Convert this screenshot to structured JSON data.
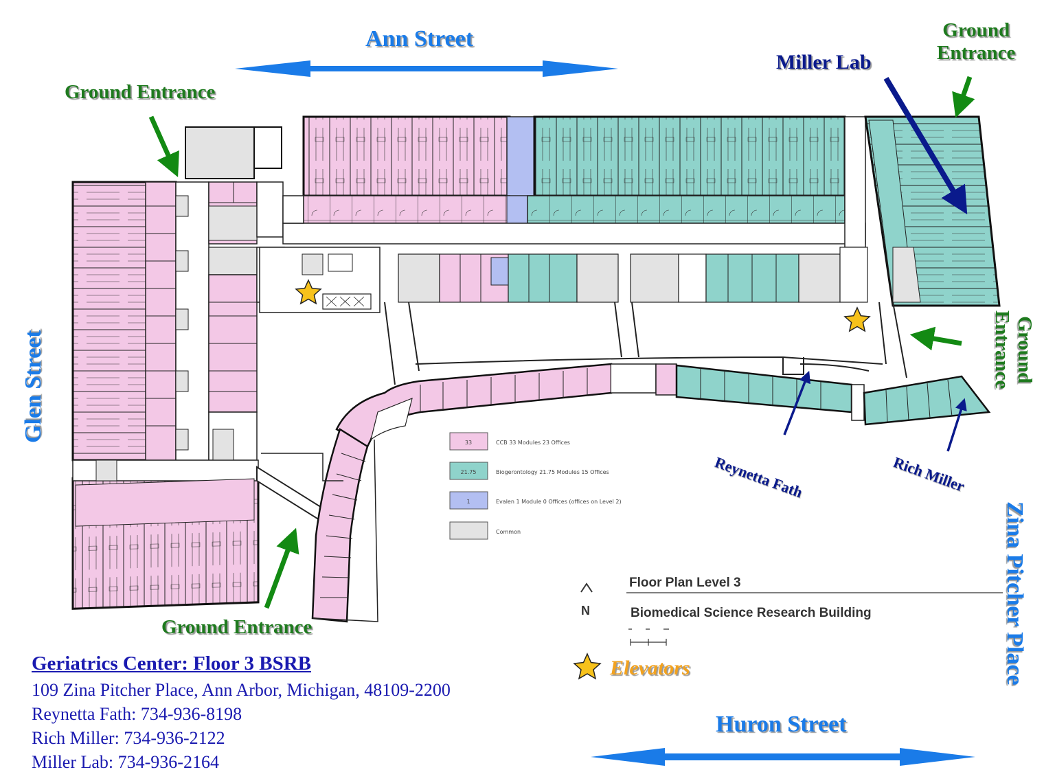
{
  "streets": {
    "north": "Ann Street",
    "south": "Huron Street",
    "west": "Glen Street",
    "east": "Zina Pitcher Place"
  },
  "entrances": {
    "top_left": "Ground Entrance",
    "top_right_line1": "Ground",
    "top_right_line2": "Entrance",
    "right_line1": "Ground",
    "right_line2": "Entrance",
    "bottom": "Ground Entrance"
  },
  "callouts": {
    "miller_lab": "Miller Lab",
    "reynetta": "Reynetta Fath",
    "rich": "Rich Miller"
  },
  "legend": {
    "items": [
      {
        "swatch": "33",
        "text": "CCB   33 Modules   23 Offices",
        "color": "#f3c8e6"
      },
      {
        "swatch": "21.75",
        "text": "Biogerontology   21.75 Modules   15 Offices",
        "color": "#8fd3cb"
      },
      {
        "swatch": "1",
        "text": "Evalen   1 Module   0 Offices (offices on Level 2)",
        "color": "#b3bff2"
      },
      {
        "swatch": "",
        "text": "Common",
        "color": "#e3e3e3"
      }
    ]
  },
  "plan": {
    "level": "Floor Plan Level 3",
    "building": "Biomedical Science Research Building",
    "north": "N"
  },
  "elevators_label": "Elevators",
  "info": {
    "title": "Geriatrics Center:  Floor 3 BSRB",
    "address": "109 Zina Pitcher Place, Ann Arbor, Michigan, 48109-2200",
    "reynetta": "Reynetta Fath:  734-936-8198",
    "rich": "Rich Miller:  734-936-2122",
    "lab": "Miller Lab:  734-936-2164"
  },
  "colors": {
    "ccb_pink": "#f3c8e6",
    "biogerontology_teal": "#8fd3cb",
    "evalen_blue": "#b3bff2",
    "common_gray": "#e3e3e3",
    "street_blue": "#1a7be8",
    "entrance_green": "#1e7a1e",
    "callout_navy": "#0a1a8c",
    "star_gold": "#f7c21b"
  }
}
